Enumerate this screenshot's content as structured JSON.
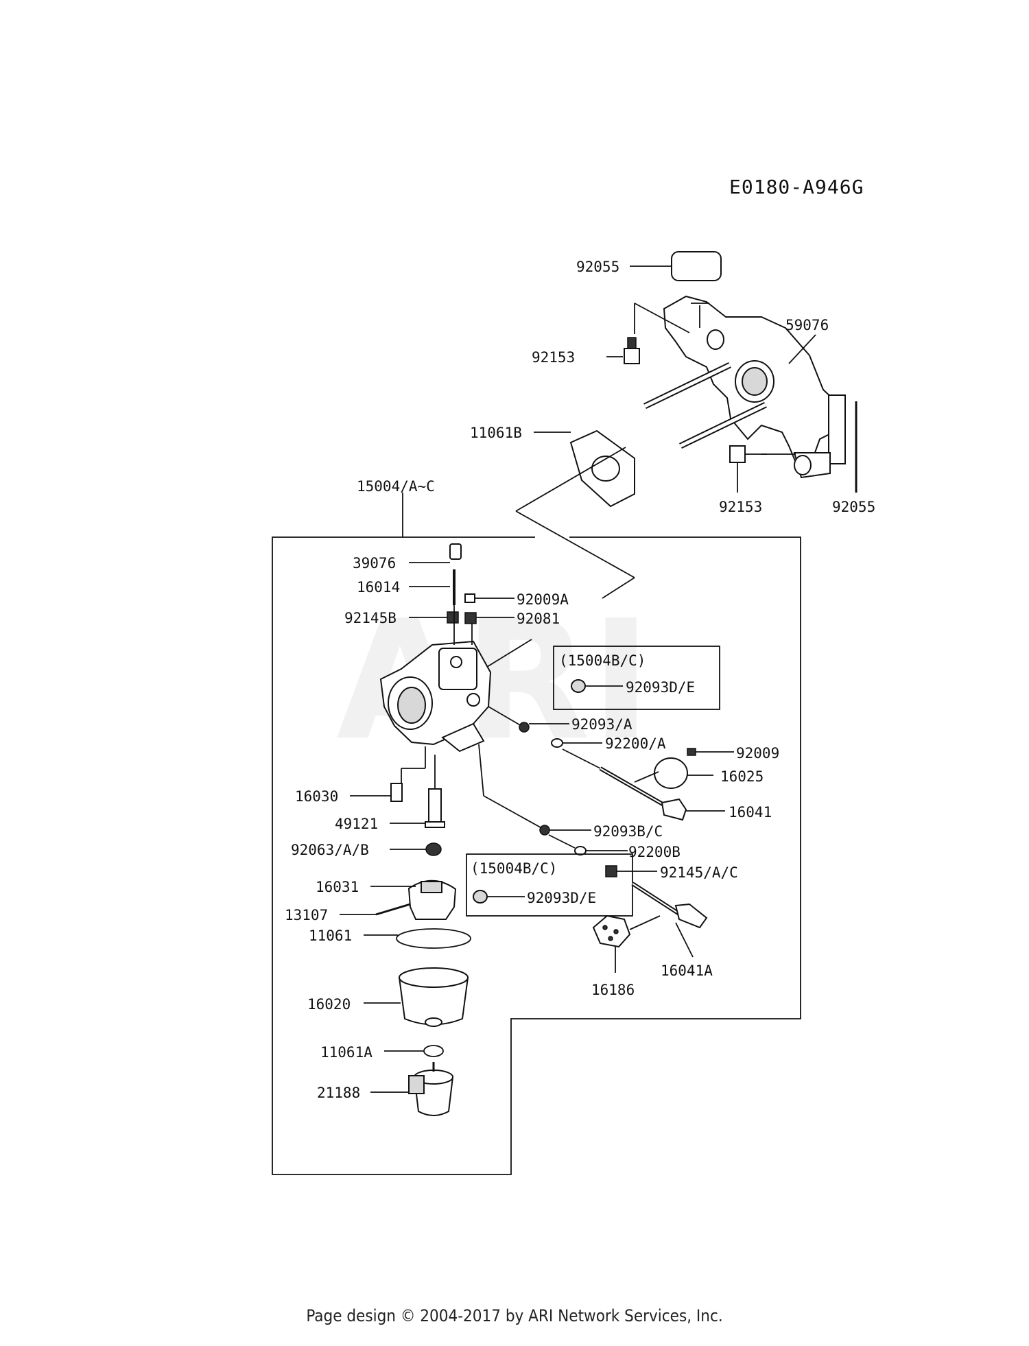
{
  "diagram_code": "E0180-A946G",
  "watermark": "ARI",
  "footer": "Page design © 2004-2017 by ARI Network Services, Inc.",
  "labels": {
    "l_92055_top": "92055",
    "l_59076": "59076",
    "l_92153_top": "92153",
    "l_11061B": "11061B",
    "l_15004": "15004/A~C",
    "l_92153_bot": "92153",
    "l_92055_right": "92055",
    "l_39076": "39076",
    "l_16014": "16014",
    "l_92009A": "92009A",
    "l_92145B": "92145B",
    "l_92081": "92081",
    "l_box1_title": "(15004B/C)",
    "l_box1_part": "92093D/E",
    "l_92093A": "92093/A",
    "l_92200A": "92200/A",
    "l_92009": "92009",
    "l_16025": "16025",
    "l_16041": "16041",
    "l_16030": "16030",
    "l_49121": "49121",
    "l_92063": "92063/A/B",
    "l_92093BC": "92093B/C",
    "l_92200B": "92200B",
    "l_92145AC": "92145/A/C",
    "l_box2_title": "(15004B/C)",
    "l_box2_part": "92093D/E",
    "l_16031": "16031",
    "l_13107": "13107",
    "l_11061": "11061",
    "l_16041A": "16041A",
    "l_16186": "16186",
    "l_16020": "16020",
    "l_11061A": "11061A",
    "l_21188": "21188"
  }
}
